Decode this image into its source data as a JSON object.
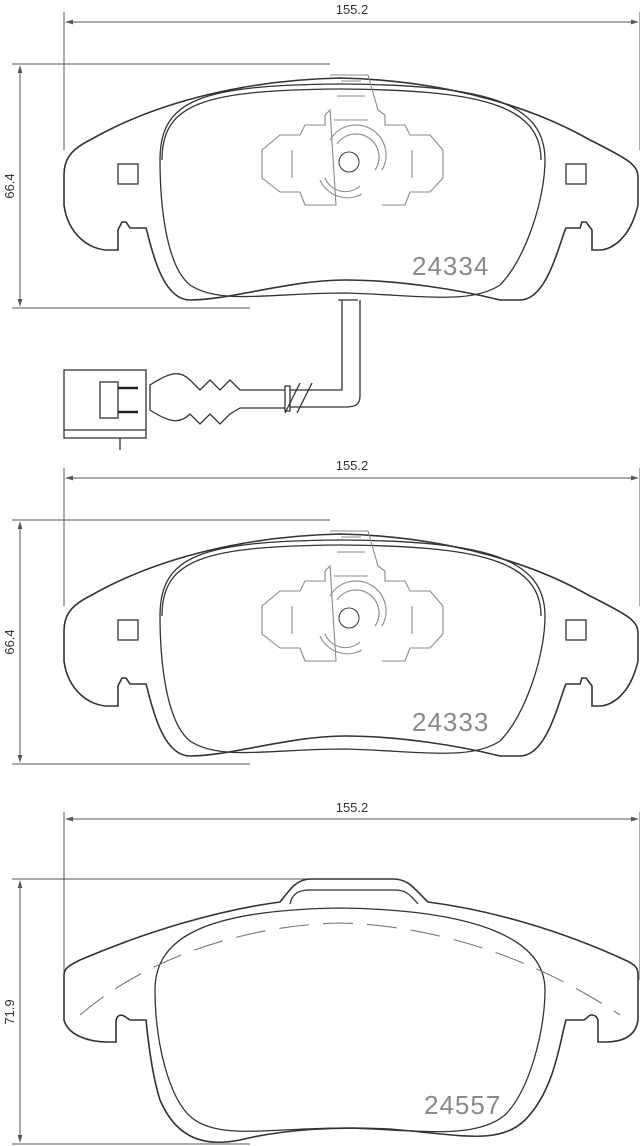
{
  "diagram": {
    "title": "Brake pad set technical drawing",
    "pads": [
      {
        "id": "pad-1",
        "part_number": "24334",
        "width_label": "155.2",
        "height_label": "66.4",
        "has_wear_sensor": true
      },
      {
        "id": "pad-2",
        "part_number": "24333",
        "width_label": "155.2",
        "height_label": "66.4",
        "has_wear_sensor": false
      },
      {
        "id": "pad-3",
        "part_number": "24557",
        "width_label": "155.2",
        "height_label": "71.9",
        "has_wear_sensor": false
      }
    ],
    "colors": {
      "background": "#ffffff",
      "outline": "#333333",
      "dimension_line": "#555555",
      "part_number_text": "#8a8a8a"
    }
  }
}
